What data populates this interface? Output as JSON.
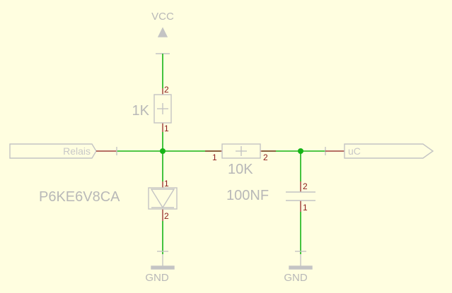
{
  "colors": {
    "background": "#fffee0",
    "wire": "#16b416",
    "component": "#c4c4c4",
    "pin_number": "#8b1a1a",
    "label": "#b8b8b8"
  },
  "supply": {
    "label": "VCC"
  },
  "ground": {
    "left_label": "GND",
    "right_label": "GND"
  },
  "ports": {
    "input": "Relais",
    "output": "uC"
  },
  "components": {
    "pullup_resistor": {
      "value": "1K",
      "pin_top": "2",
      "pin_bottom": "1"
    },
    "series_resistor": {
      "value": "10K",
      "pin_left": "1",
      "pin_right": "2"
    },
    "tvs_diode": {
      "part": "P6KE6V8CA",
      "pin_top": "1",
      "pin_bottom": "2"
    },
    "capacitor": {
      "value": "100NF",
      "pin_top": "2",
      "pin_bottom": "1"
    }
  }
}
